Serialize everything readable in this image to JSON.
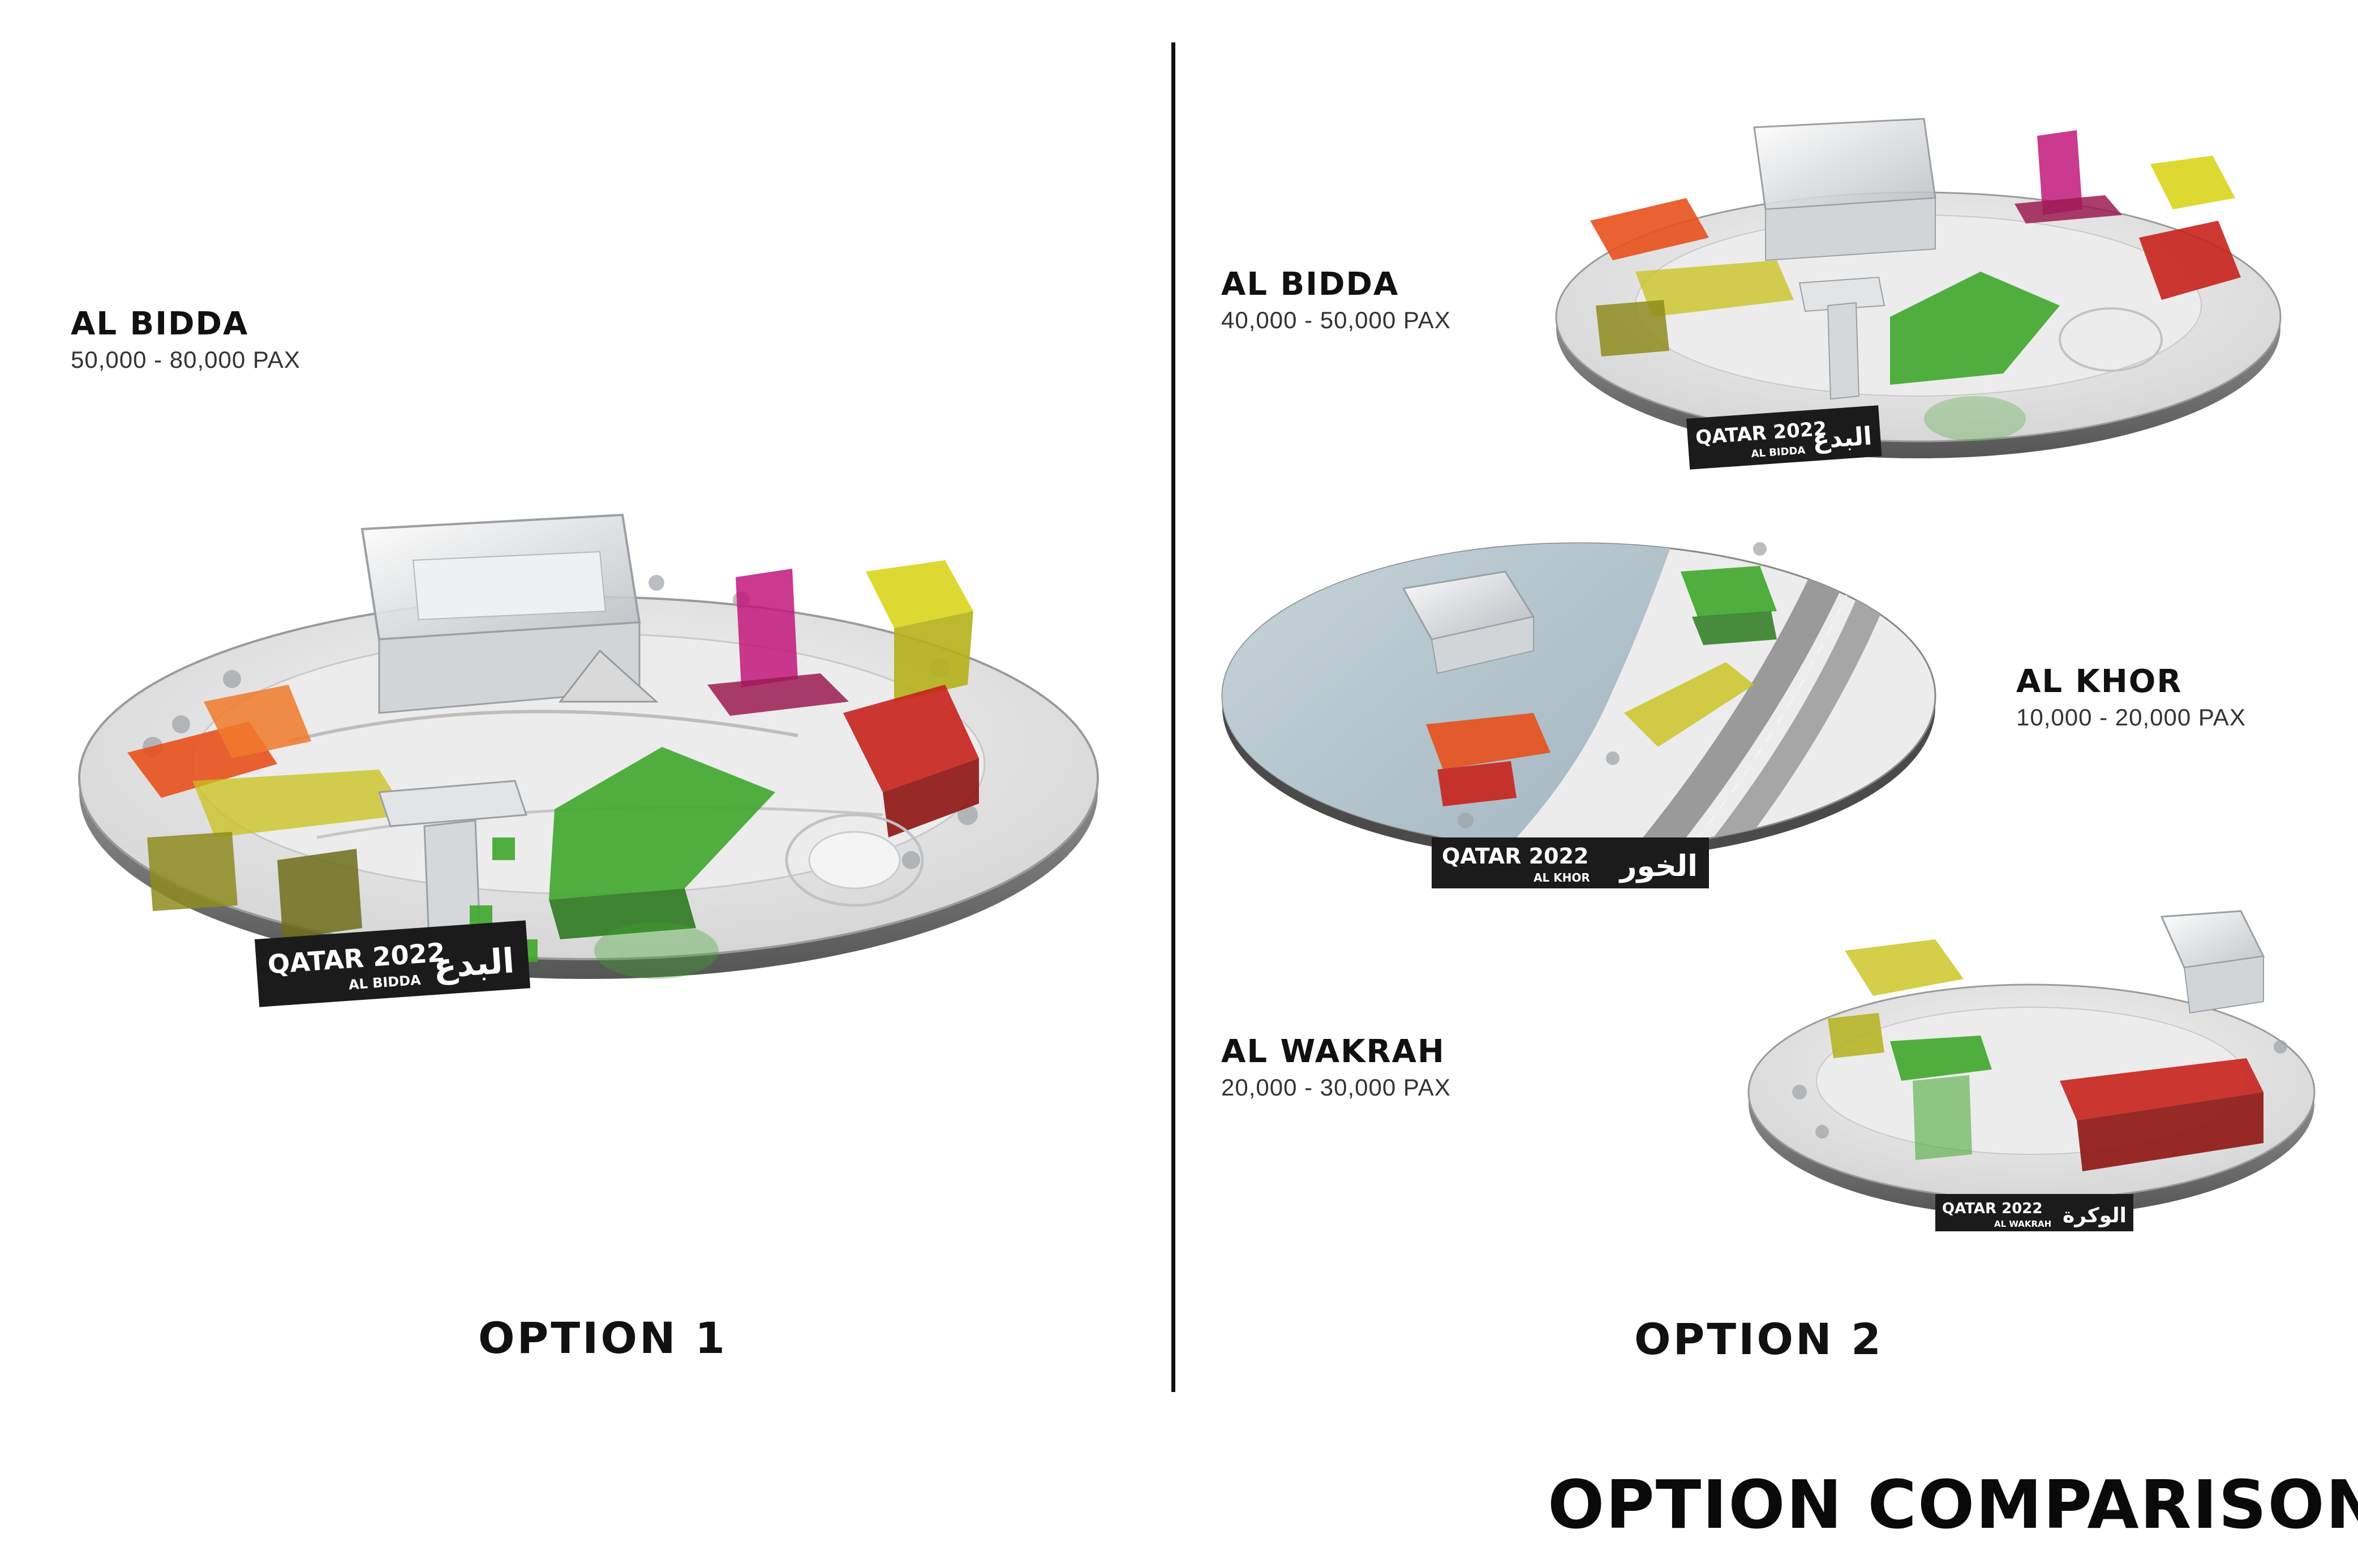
{
  "title": "OPTION COMPARISON",
  "options": [
    {
      "label": "OPTION 1"
    },
    {
      "label": "OPTION 2"
    }
  ],
  "sites": {
    "opt1_albidda": {
      "name": "AL BIDDA",
      "capacity": "50,000 - 80,000 PAX"
    },
    "opt2_albidda": {
      "name": "AL BIDDA",
      "capacity": "40,000 - 50,000 PAX"
    },
    "opt2_alkhor": {
      "name": "AL KHOR",
      "capacity": "10,000 - 20,000 PAX"
    },
    "opt2_alwakrah": {
      "name": "AL WAKRAH",
      "capacity": "20,000 - 30,000 PAX"
    }
  },
  "model_labels": {
    "opt1_albidda": {
      "brand": "QATAR 2022",
      "sub": "AL BIDDA",
      "arabic": "البدع"
    },
    "opt2_albidda": {
      "brand": "QATAR 2022",
      "sub": "AL BIDDA",
      "arabic": "البدع"
    },
    "opt2_alkhor": {
      "brand": "QATAR 2022",
      "sub": "AL KHOR",
      "arabic": "الخور"
    },
    "opt2_alwakrah": {
      "brand": "QATAR 2022",
      "sub": "AL WAKRAH",
      "arabic": "الوكرة"
    }
  },
  "palette": {
    "orange": "#e8501c",
    "yellow": "#c9c21a",
    "green": "#3fa72c",
    "red": "#c8221c",
    "magenta": "#c2177a",
    "olive": "#8f8b1e",
    "glass": "#e6e8ea",
    "water": "#b8c7cf"
  }
}
